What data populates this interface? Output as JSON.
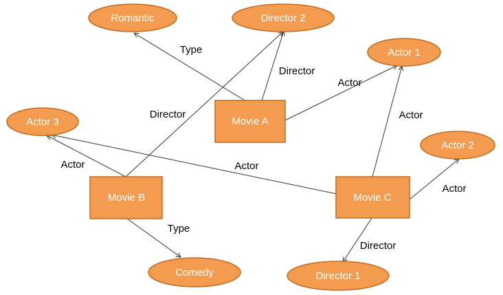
{
  "nodes": {
    "romantic": "Romantic",
    "director2": "Director  2",
    "actor1": "Actor  1",
    "actor3": "Actor 3",
    "actor2": "Actor 2",
    "movieA": "Movie A",
    "movieB": "Movie B",
    "movieC": "Movie C",
    "comedy": "Comedy",
    "director1": "Director  1"
  },
  "edges": {
    "a_romantic": "Type",
    "a_director2": "Director",
    "a_actor1": "Actor",
    "b_director2": "Director",
    "b_actor3": "Actor",
    "c_actor3": "Actor",
    "c_actor1": "Actor",
    "c_actor2": "Actor",
    "b_comedy": "Type",
    "c_director1": "Director"
  },
  "colors": {
    "node_fill": "#F39C4F",
    "node_stroke": "#C56A1E",
    "edge": "#333333"
  }
}
